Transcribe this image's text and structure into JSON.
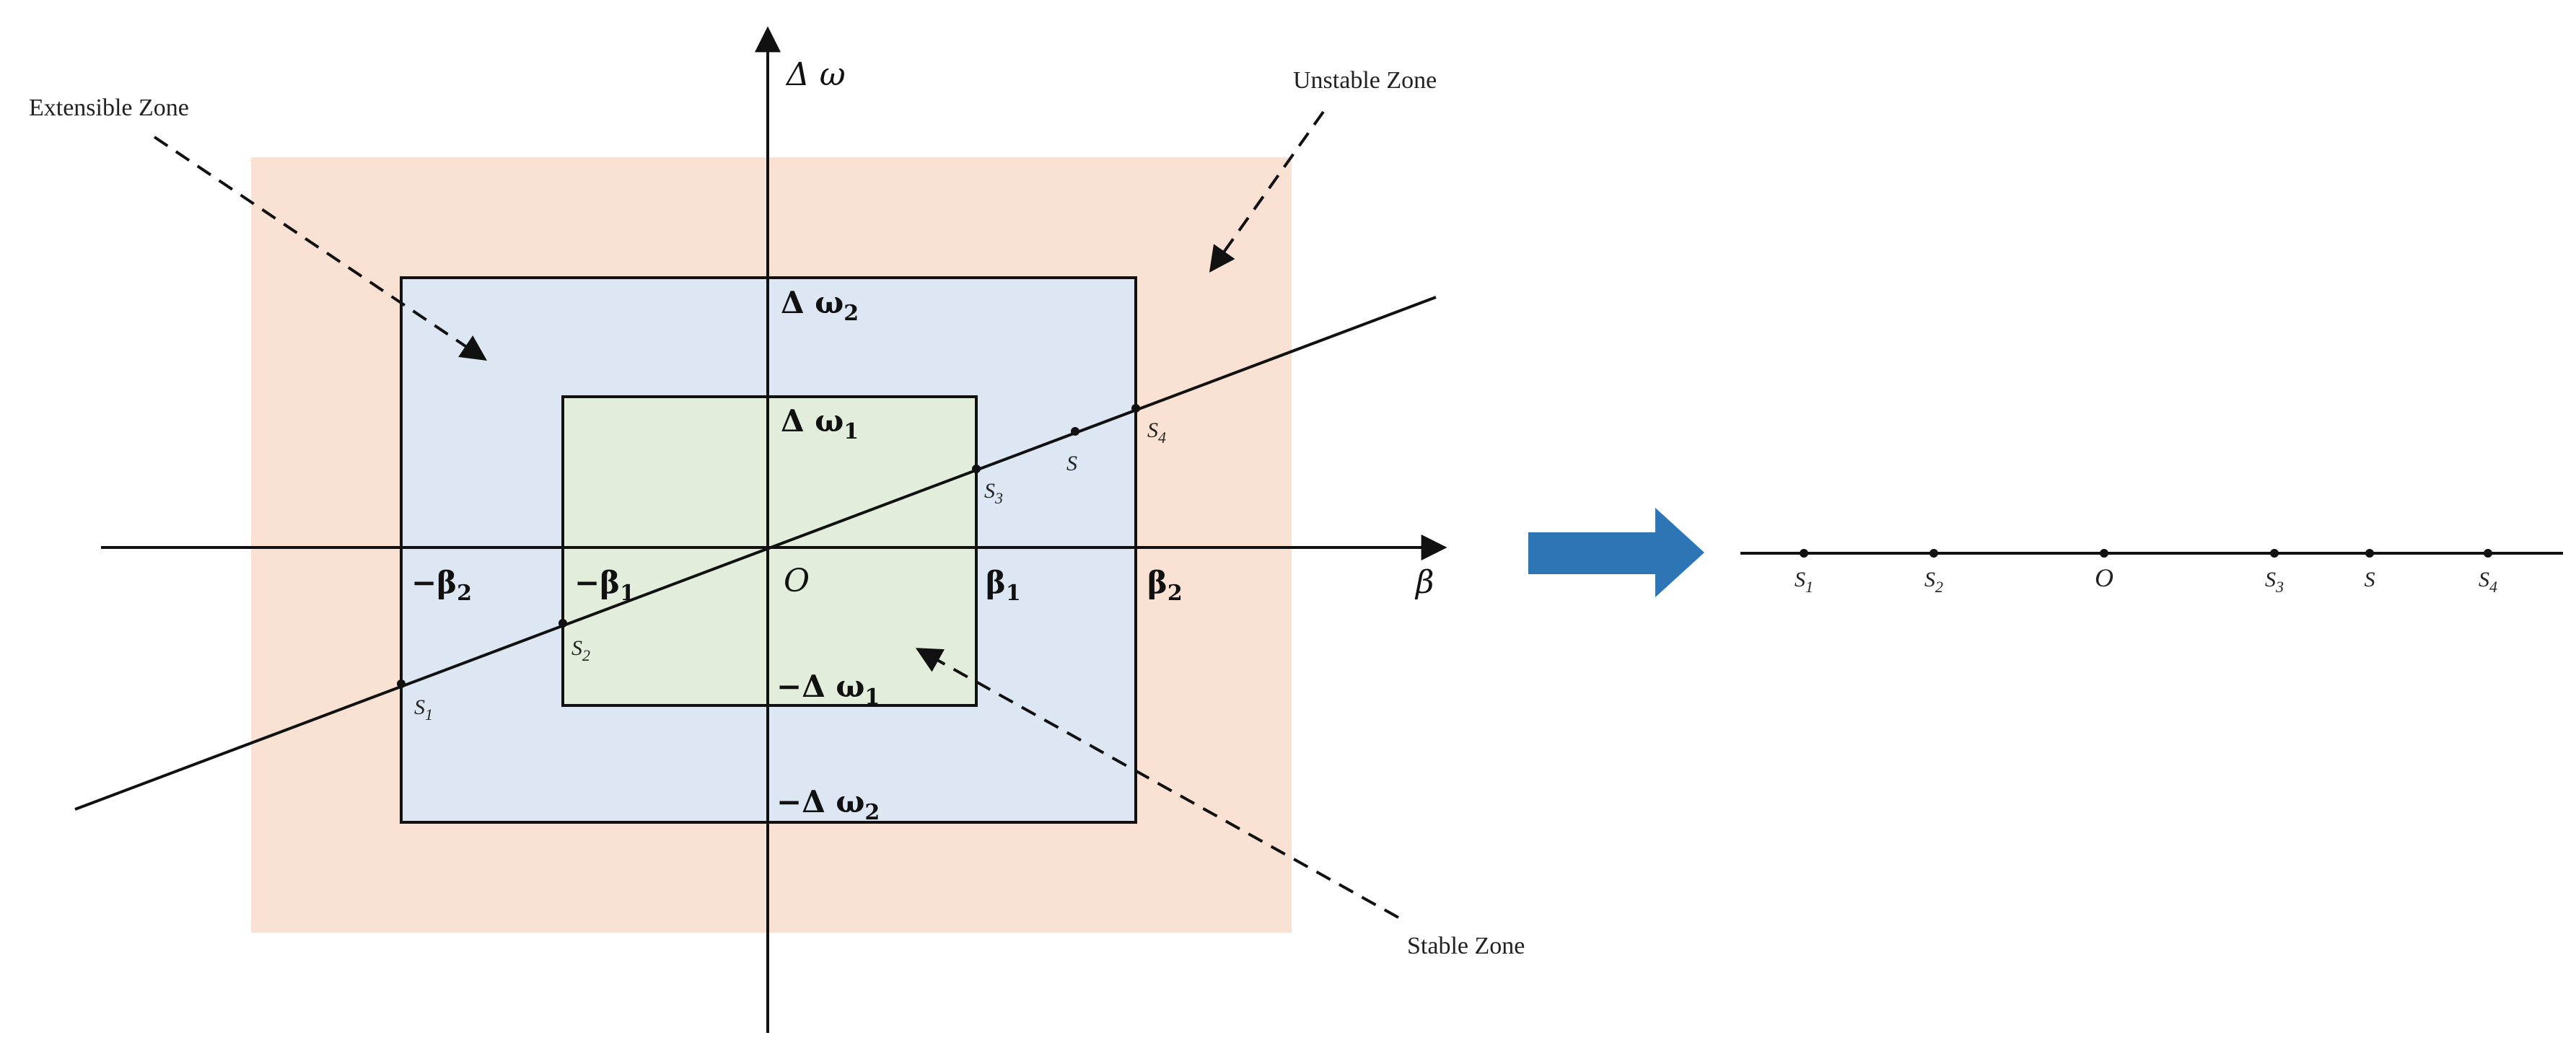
{
  "zones": {
    "unstable": {
      "label": "Unstable Zone",
      "color": "#f9e1d3"
    },
    "extensible": {
      "label": "Extensible Zone",
      "color": "#dde7f3"
    },
    "stable": {
      "label": "Stable Zone",
      "color": "#e2eedb"
    }
  },
  "axes": {
    "y_label": "Δ ω",
    "x_label": "β",
    "origin": "O"
  },
  "ticks": {
    "beta_neg2": {
      "base": "−β",
      "sub": "2"
    },
    "beta_neg1": {
      "base": "−β",
      "sub": "1"
    },
    "beta_1": {
      "base": "β",
      "sub": "1"
    },
    "beta_2": {
      "base": "β",
      "sub": "2"
    },
    "dw_2": {
      "base": "Δ ω",
      "sub": "2"
    },
    "dw_1": {
      "base": "Δ ω",
      "sub": "1"
    },
    "dw_neg1": {
      "base": "−Δ ω",
      "sub": "1"
    },
    "dw_neg2": {
      "base": "−Δ ω",
      "sub": "2"
    }
  },
  "points": {
    "s1": {
      "base": "S",
      "sub": "1"
    },
    "s2": {
      "base": "S",
      "sub": "2"
    },
    "s3": {
      "base": "S",
      "sub": "3"
    },
    "s4": {
      "base": "S",
      "sub": "4"
    },
    "s": {
      "base": "S",
      "sub": ""
    }
  },
  "projection": {
    "arrow_color": "#2e75b6",
    "points": [
      {
        "base": "S",
        "sub": "1"
      },
      {
        "base": "S",
        "sub": "2"
      },
      {
        "base": "O",
        "sub": ""
      },
      {
        "base": "S",
        "sub": "3"
      },
      {
        "base": "S",
        "sub": ""
      },
      {
        "base": "S",
        "sub": "4"
      }
    ]
  }
}
